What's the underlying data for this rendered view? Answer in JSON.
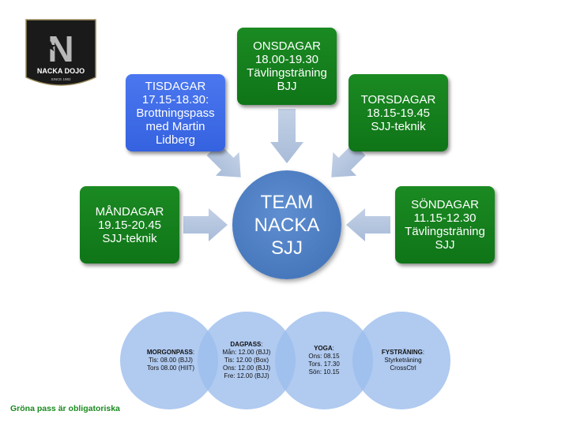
{
  "logo": {
    "letter": "N",
    "name": "NACKA DOJO",
    "since": "SINCE 1982"
  },
  "boxes": {
    "mon": {
      "lines": [
        "MÅNDAGAR",
        "19.15-20.45",
        "SJJ-teknik"
      ],
      "color": "#16801d"
    },
    "tue": {
      "lines": [
        "TISDAGAR",
        "17.15-18.30:",
        "Brottningspass",
        "med Martin",
        "Lidberg"
      ],
      "color": "#3f6ce8"
    },
    "wed": {
      "lines": [
        "ONSDAGAR",
        "18.00-19.30",
        "Tävlingsträning",
        "BJJ"
      ],
      "color": "#16801d"
    },
    "thu": {
      "lines": [
        "TORSDAGAR",
        "18.15-19.45",
        "SJJ-teknik"
      ],
      "color": "#16801d"
    },
    "sun": {
      "lines": [
        "SÖNDAGAR",
        "11.15-12.30",
        "Tävlingsträning",
        "SJJ"
      ],
      "color": "#16801d"
    }
  },
  "center": {
    "lines": [
      "TEAM",
      "NACKA",
      "SJJ"
    ]
  },
  "circles": [
    {
      "title": "MORGONPASS",
      "lines": [
        "Tis: 08.00 (BJJ)",
        "Tors 08.00 (HIIT)"
      ]
    },
    {
      "title": "DAGPASS",
      "lines": [
        "Mån: 12.00 (BJJ)",
        "Tis: 12.00 (Box)",
        "Ons: 12.00 (BJJ)",
        "Fre: 12.00 (BJJ)"
      ]
    },
    {
      "title": "YOGA",
      "lines": [
        "Ons: 08.15",
        "Tors. 17.30",
        "Sön: 10.15"
      ]
    },
    {
      "title": "FYSTRÄNING",
      "lines": [
        "Styrketräning",
        "CrossCtrl"
      ]
    }
  ],
  "footnote": "Gröna pass är obligatoriska"
}
